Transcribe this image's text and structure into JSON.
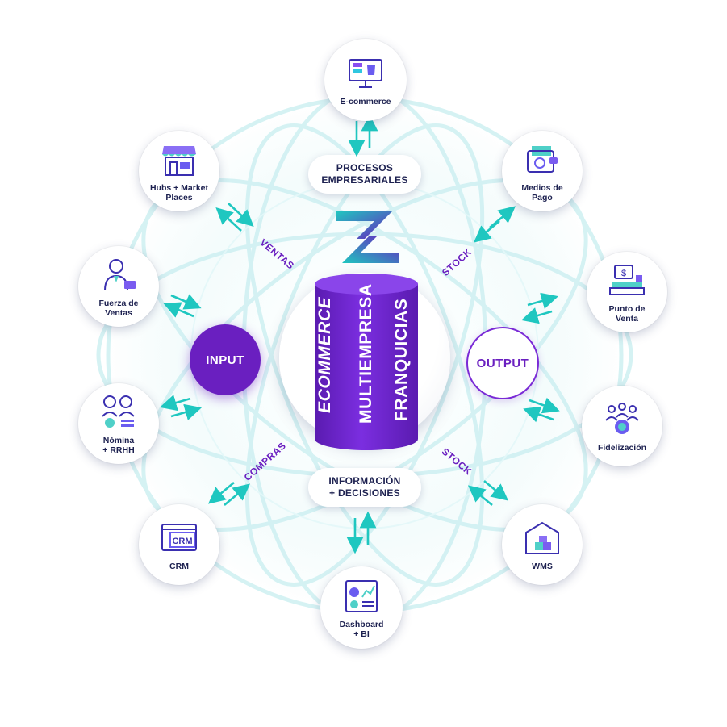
{
  "nodes": [
    {
      "id": "ecommerce",
      "label": "E-commerce",
      "icon": "monitor-shopping-icon"
    },
    {
      "id": "medios-pago",
      "label": "Medios de\nPago",
      "icon": "wallet-icon"
    },
    {
      "id": "punto-venta",
      "label": "Punto de\nVenta",
      "icon": "cash-register-icon"
    },
    {
      "id": "fidelizacion",
      "label": "Fidelización",
      "icon": "loyalty-group-icon"
    },
    {
      "id": "wms",
      "label": "WMS",
      "icon": "warehouse-icon"
    },
    {
      "id": "dashboard",
      "label": "Dashboard\n+ BI",
      "icon": "dashboard-report-icon"
    },
    {
      "id": "crm",
      "label": "CRM",
      "icon": "crm-window-icon"
    },
    {
      "id": "nomina",
      "label": "Nómina\n+ RRHH",
      "icon": "people-hr-icon"
    },
    {
      "id": "fuerza-ventas",
      "label": "Fuerza de\nVentas",
      "icon": "salesman-icon"
    },
    {
      "id": "hubs",
      "label": "Hubs + Market\nPlaces",
      "icon": "storefront-icon"
    }
  ],
  "pills": {
    "procesos": "PROCESOS\nEMPRESARIALES",
    "informacion": "INFORMACIÓN\n+ DECISIONES"
  },
  "edge_labels": {
    "ventas": "VENTAS",
    "stock_top": "STOCK",
    "compras": "COMPRAS",
    "stock_bottom": "STOCK"
  },
  "io": {
    "input": "INPUT",
    "output": "OUTPUT"
  },
  "center": {
    "lines": [
      "ECOMMERCE",
      "MULTIEMPRESA",
      "FRANQUICIAS"
    ],
    "logo": "brand-z-logo-icon"
  },
  "colors": {
    "purple": "#6a1fc0",
    "violet": "#7a2ad6",
    "teal": "#1fc7c0",
    "navy": "#1d2150",
    "icon_blue": "#4a3fd8"
  }
}
